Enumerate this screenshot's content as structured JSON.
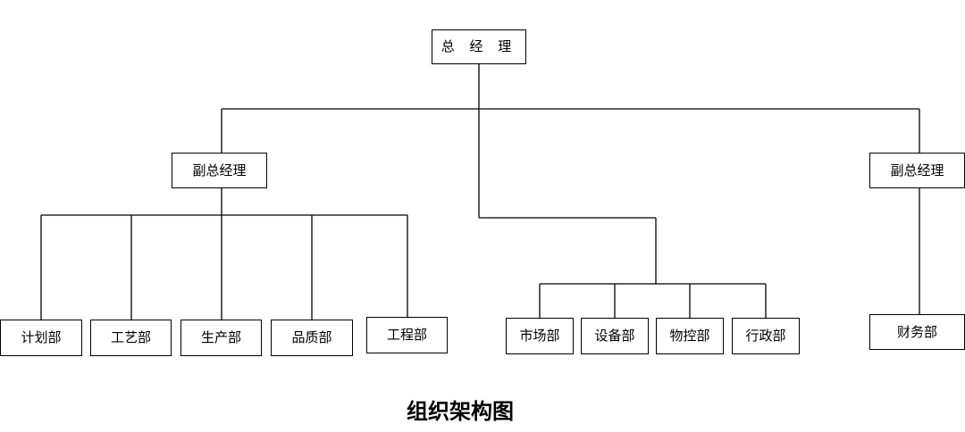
{
  "title": "组织架构图",
  "org": {
    "ceo": "总 经 理",
    "vp_left": "副总经理",
    "vp_right": "副总经理",
    "departments_vp_left": [
      "计划部",
      "工艺部",
      "生产部",
      "品质部",
      "工程部"
    ],
    "departments_ceo_direct": [
      "市场部",
      "设备部",
      "物控部",
      "行政部"
    ],
    "departments_vp_right": [
      "财务部"
    ]
  }
}
